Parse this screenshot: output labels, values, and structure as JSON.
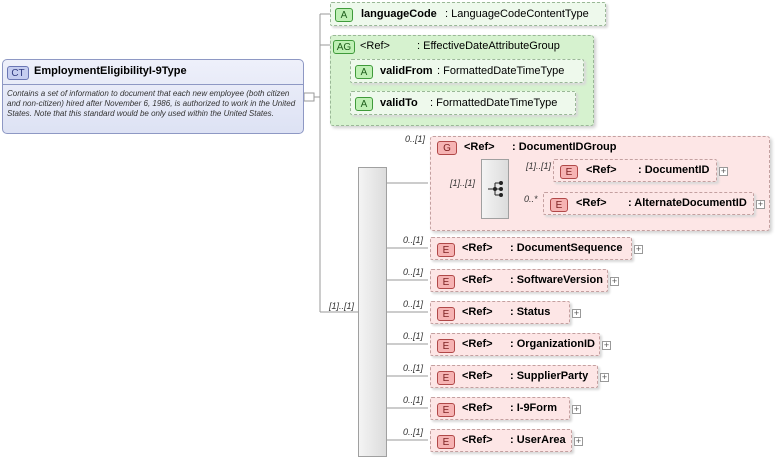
{
  "complex_type": {
    "badge": "CT",
    "name": "EmploymentEligibilityI-9Type",
    "documentation": "Contains a set of information to document that each new employee (both citizen and non-citizen) hired after November 6, 1986, is authorized to work in the United States. Note that this standard would be only used within the United States."
  },
  "attributes": [
    {
      "badge": "A",
      "name": "languageCode",
      "type": ": LanguageCodeContentType"
    }
  ],
  "attribute_group": {
    "badge": "AG",
    "ref": "<Ref>",
    "type": ": EffectiveDateAttributeGroup",
    "attributes": [
      {
        "badge": "A",
        "name": "validFrom",
        "type": ": FormattedDateTimeType"
      },
      {
        "badge": "A",
        "name": "validTo",
        "type": ": FormattedDateTimeType"
      }
    ]
  },
  "sequence": {
    "multiplicity": "[1]..[1]",
    "group": {
      "multiplicity": "0..[1]",
      "badge": "G",
      "ref": "<Ref>",
      "type": ": DocumentIDGroup",
      "choice_multiplicity": "[1]..[1]",
      "elements": [
        {
          "multiplicity": "[1]..[1]",
          "badge": "E",
          "ref": "<Ref>",
          "type": ": DocumentID"
        },
        {
          "multiplicity": "0..*",
          "badge": "E",
          "ref": "<Ref>",
          "type": ": AlternateDocumentID"
        }
      ]
    },
    "elements": [
      {
        "multiplicity": "0..[1]",
        "badge": "E",
        "ref": "<Ref>",
        "type": ": DocumentSequence"
      },
      {
        "multiplicity": "0..[1]",
        "badge": "E",
        "ref": "<Ref>",
        "type": ": SoftwareVersion"
      },
      {
        "multiplicity": "0..[1]",
        "badge": "E",
        "ref": "<Ref>",
        "type": ": Status"
      },
      {
        "multiplicity": "0..[1]",
        "badge": "E",
        "ref": "<Ref>",
        "type": ": OrganizationID"
      },
      {
        "multiplicity": "0..[1]",
        "badge": "E",
        "ref": "<Ref>",
        "type": ": SupplierParty"
      },
      {
        "multiplicity": "0..[1]",
        "badge": "E",
        "ref": "<Ref>",
        "type": ": I-9Form"
      },
      {
        "multiplicity": "0..[1]",
        "badge": "E",
        "ref": "<Ref>",
        "type": ": UserArea"
      }
    ],
    "expand_symbol": "+"
  }
}
